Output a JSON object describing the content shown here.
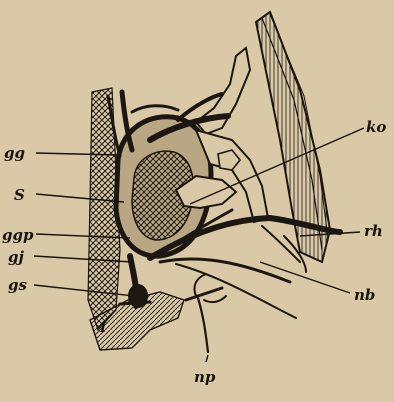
{
  "figure": {
    "colors": {
      "paper": "#d9c9a6",
      "ink": "#1c1712",
      "shade": "#b9a783"
    },
    "labels": {
      "gg": "gg",
      "S": "S",
      "ggp": "ggp",
      "gj": "gj",
      "gs": "gs",
      "ko": "ko",
      "rh": "rh",
      "nb": "nb",
      "np": "np",
      "roman_one": "I"
    }
  }
}
